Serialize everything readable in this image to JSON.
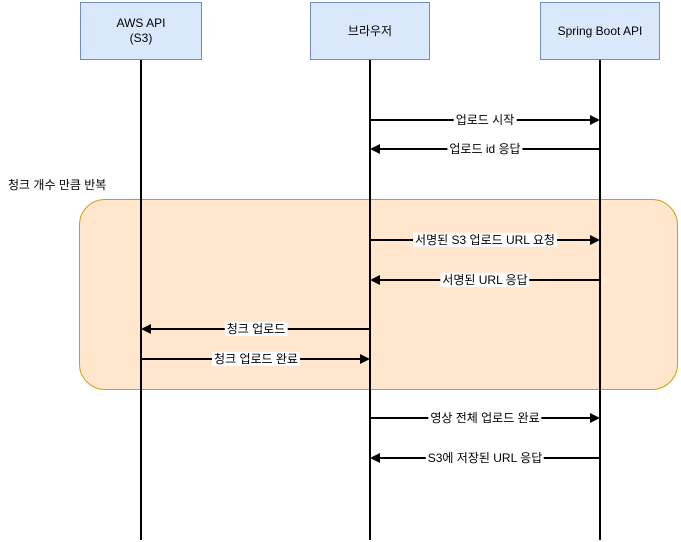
{
  "diagram": {
    "type": "sequence",
    "colors": {
      "background": "#ffffff",
      "actor_fill": "#dae8fc",
      "actor_border": "#6c8ebf",
      "loop_fill": "#ffe6cc",
      "loop_border": "#d79b00",
      "line": "#000000",
      "text": "#000000"
    },
    "actors": [
      {
        "label": "AWS API",
        "sublabel": "(S3)"
      },
      {
        "label": "브라우저",
        "sublabel": ""
      },
      {
        "label": "Spring Boot API",
        "sublabel": ""
      }
    ],
    "loop": {
      "label": "청크 개수 만큼 반복"
    },
    "messages": [
      {
        "label": "업로드 시작",
        "from": "브라우저",
        "to": "Spring Boot API",
        "direction": "right",
        "in_loop": false
      },
      {
        "label": "업로드 id 응답",
        "from": "Spring Boot API",
        "to": "브라우저",
        "direction": "left",
        "in_loop": false
      },
      {
        "label": "서명된 S3 업로드 URL 요청",
        "from": "브라우저",
        "to": "Spring Boot API",
        "direction": "right",
        "in_loop": true
      },
      {
        "label": "서명된 URL 응답",
        "from": "Spring Boot API",
        "to": "브라우저",
        "direction": "left",
        "in_loop": true
      },
      {
        "label": "청크 업로드",
        "from": "브라우저",
        "to": "AWS API (S3)",
        "direction": "left",
        "in_loop": true
      },
      {
        "label": "청크 업로드 완료",
        "from": "AWS API (S3)",
        "to": "브라우저",
        "direction": "right",
        "in_loop": true
      },
      {
        "label": "영상 전체 업로드 완료",
        "from": "브라우저",
        "to": "Spring Boot API",
        "direction": "right",
        "in_loop": false
      },
      {
        "label": "S3에 저장된 URL 응답",
        "from": "Spring Boot API",
        "to": "브라우저",
        "direction": "left",
        "in_loop": false
      }
    ]
  }
}
